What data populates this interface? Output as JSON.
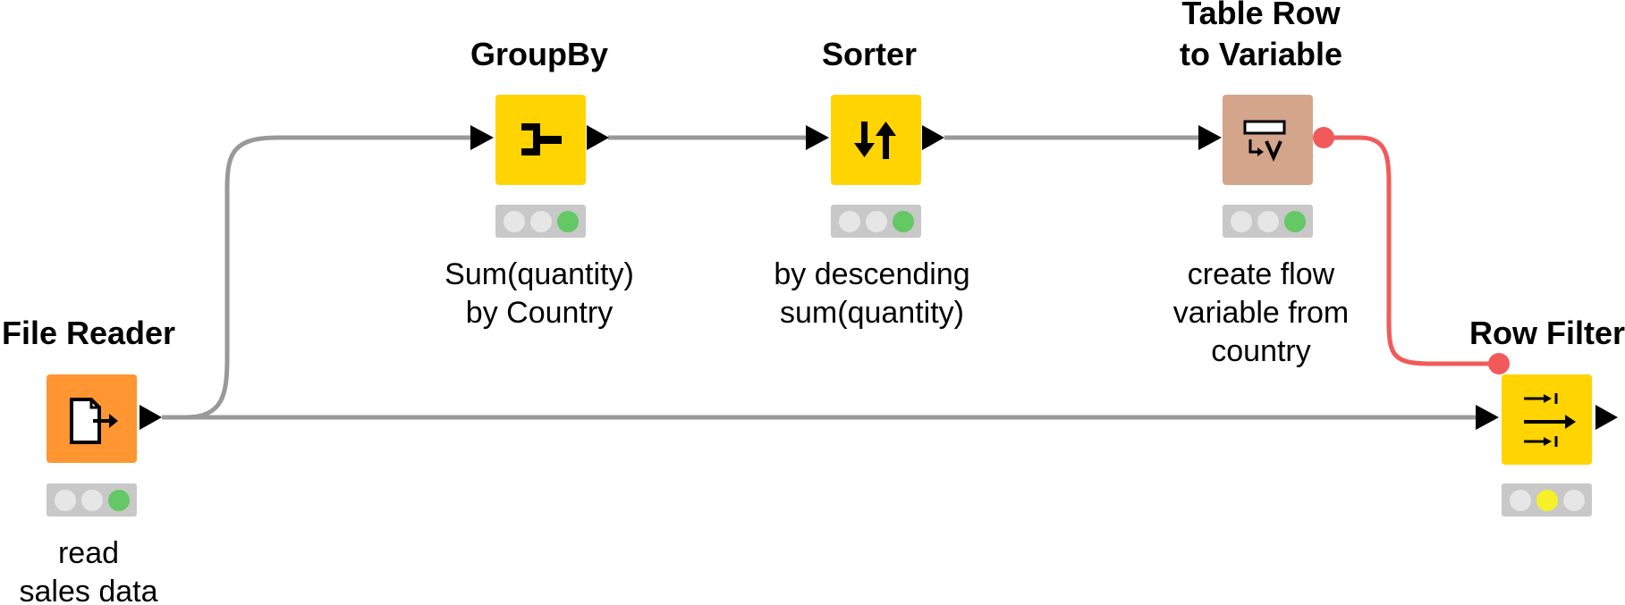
{
  "nodes": [
    {
      "title_lines": [
        "File Reader"
      ],
      "desc_lines": [
        "read",
        "sales data"
      ],
      "color": "#FF9632",
      "icon": "file-reader-icon",
      "status": "executed"
    },
    {
      "title_lines": [
        "GroupBy"
      ],
      "desc_lines": [
        "Sum(quantity)",
        "by Country"
      ],
      "color": "#FFD400",
      "icon": "groupby-icon",
      "status": "executed"
    },
    {
      "title_lines": [
        "Sorter"
      ],
      "desc_lines": [
        "by descending",
        "sum(quantity)"
      ],
      "color": "#FFD400",
      "icon": "sorter-icon",
      "status": "executed"
    },
    {
      "title_lines": [
        "Table Row",
        "to Variable"
      ],
      "desc_lines": [
        "create flow",
        "variable from",
        "country"
      ],
      "color": "#D3A58A",
      "icon": "table-row-to-variable-icon",
      "status": "executed"
    },
    {
      "title_lines": [
        "Row Filter"
      ],
      "desc_lines": [],
      "color": "#FFD400",
      "icon": "row-filter-icon",
      "status": "configured"
    }
  ],
  "connections": [
    {
      "from": "File Reader",
      "to": "GroupBy",
      "type": "data"
    },
    {
      "from": "GroupBy",
      "to": "Sorter",
      "type": "data"
    },
    {
      "from": "Sorter",
      "to": "Table Row to Variable",
      "type": "data"
    },
    {
      "from": "File Reader",
      "to": "Row Filter",
      "type": "data"
    },
    {
      "from": "Table Row to Variable",
      "to": "Row Filter",
      "type": "flow-variable"
    }
  ],
  "colors": {
    "data_connection": "#999999",
    "flow_variable_connection": "#F25A5A",
    "status_green": "#64C864",
    "status_yellow": "#F5F028",
    "status_off": "#E6E6E6"
  }
}
